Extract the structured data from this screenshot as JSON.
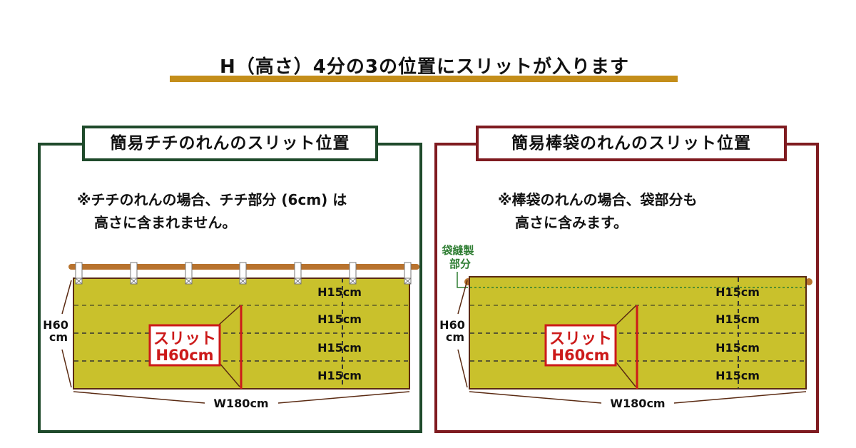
{
  "headline": {
    "text": "H（高さ）4分の3の位置にスリットが入ります",
    "underline_color": "#c48e1a"
  },
  "panels": [
    {
      "title": "簡易チチのれんのスリット位置",
      "border_color": "#1f4a2b",
      "note_line1": "※チチのれんの場合、チチ部分 (6cm) は",
      "note_line2": "高さに含まれません。",
      "height_label_line1": "H60",
      "height_label_line2": "cm",
      "width_label": "W180cm",
      "slit_label_line1": "スリット",
      "slit_label_line2": "H60cm",
      "sections": [
        "H15cm",
        "H15cm",
        "H15cm",
        "H15cm"
      ],
      "loop_count": 7
    },
    {
      "title": "簡易棒袋のれんのスリット位置",
      "border_color": "#7f1b20",
      "note_line1": "※棒袋のれんの場合、袋部分も",
      "note_line2": "高さに含みます。",
      "sewing_label_line1": "袋縫製",
      "sewing_label_line2": "部分",
      "height_label_line1": "H60",
      "height_label_line2": "cm",
      "width_label": "W180cm",
      "slit_label_line1": "スリット",
      "slit_label_line2": "H60cm",
      "sections": [
        "H15cm",
        "H15cm",
        "H15cm",
        "H15cm"
      ]
    }
  ],
  "colors": {
    "noren_fill": "#c9c12c",
    "noren_edge": "#5a2a12",
    "rod": "#b8732e",
    "slit_red": "#cc1a1a",
    "sewing_green": "#2e7d32",
    "dash": "#333333"
  }
}
